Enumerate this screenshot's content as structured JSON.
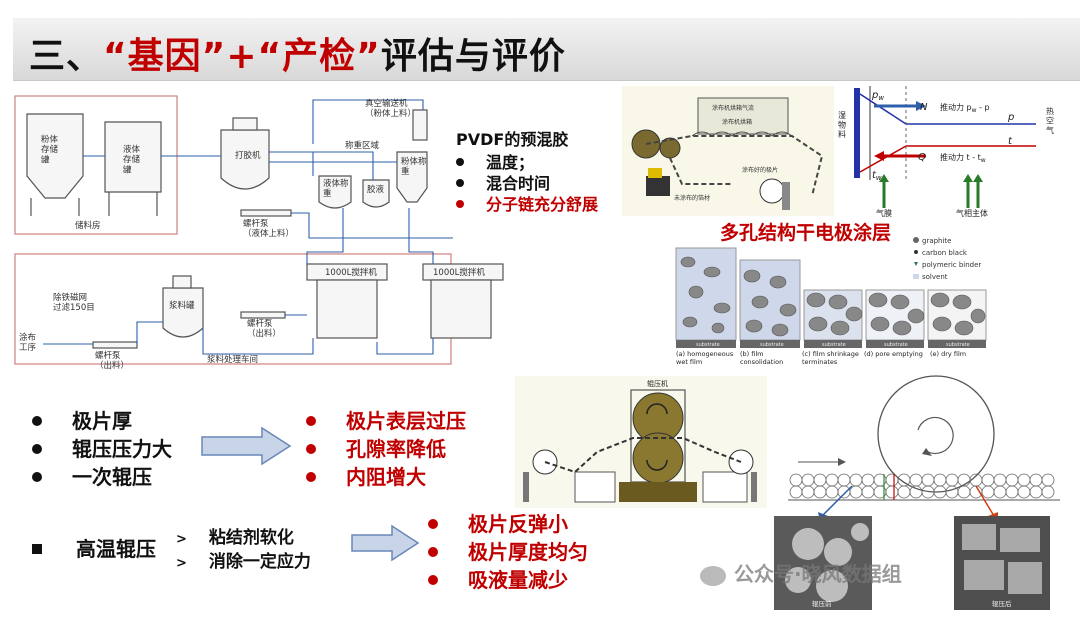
{
  "title": {
    "part1": "三、",
    "part2": "“基因”+“产检”",
    "part3": "评估与评价"
  },
  "flow": {
    "tank1": "粉体\n存储\n罐",
    "tank2": "液体\n存储\n罐",
    "storage": "储料房",
    "mixer": "打胶机",
    "vacuum": "真空输送机\n（粉体上料）",
    "weigh_area": "称重区域",
    "weigh_tank1": "液体称\n重",
    "glue": "胶液",
    "weigh_tank2": "粉体称\n重",
    "screw_pump1": "螺杆泵\n（液体上料）",
    "iron_remove": "除铁磁网\n过滤150目",
    "coating": "涂布\n工序",
    "screw_out1": "螺杆泵\n（出料）",
    "slurry_tank": "浆料罐",
    "screw_out2": "螺杆泵\n（出料）",
    "stirrer1": "1000L搅拌机",
    "stirrer2": "1000L搅拌机",
    "workshop": "浆料处理车间"
  },
  "pvdf": {
    "heading": "PVDF的预混胶",
    "items": [
      "温度；",
      "混合时间",
      "分子链充分舒展"
    ]
  },
  "dryer": {
    "label1": "涂布机烘箱气流",
    "label2": "涂布机烘箱",
    "label3": "涂布好的极片",
    "label4": "未涂布的箔材"
  },
  "drying": {
    "pw": "p",
    "pw_sub": "w",
    "tw": "t",
    "tw_sub": "w",
    "N": "N",
    "Q": "Q",
    "force1": "推动力 p",
    "force1_sub": "w",
    "force1_tail": " - p",
    "force2": "推动力 t - t",
    "force2_sub": "w",
    "p": "p",
    "t": "t",
    "wet": "湿\n物\n料",
    "hot_air": "热\n空\n气",
    "gas_film": "气膜",
    "gas_main": "气相主体"
  },
  "porous": {
    "heading": "多孔结构干电极涂层",
    "legend": [
      "graphite",
      "carbon black",
      "polymeric binder",
      "solvent"
    ],
    "substrate": "substrate",
    "captions": [
      "(a) homogeneous\nwet film",
      "(b) film\nconsolidation",
      "(c) film shrinkage\nterminates",
      "(d) pore emptying",
      "(e) dry film"
    ]
  },
  "rolling": {
    "causes": [
      "极片厚",
      "辊压压力大",
      "一次辊压"
    ],
    "effects": [
      "极片表层过压",
      "孔隙率降低",
      "内阻增大"
    ],
    "roller_label": "辊压机"
  },
  "hot": {
    "heading": "高温辊压",
    "subs": [
      "粘结剂软化",
      "消除一定应力"
    ],
    "results": [
      "极片反弹小",
      "极片厚度均匀",
      "吸液量减少"
    ]
  },
  "sem": {
    "before": "辊压前",
    "after": "辊压后"
  },
  "watermark": "公众号·晓风数据组",
  "colors": {
    "accent_red": "#c00000",
    "arrow_blue": "#2e5fa8",
    "arrow_green": "#2a7a2a"
  }
}
